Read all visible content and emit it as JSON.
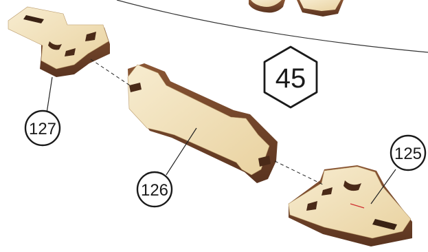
{
  "step_number": "45",
  "callouts": [
    {
      "id": "127",
      "label": "127"
    },
    {
      "id": "126",
      "label": "126"
    },
    {
      "id": "125",
      "label": "125"
    }
  ],
  "colors": {
    "wood_face": "#efdcb0",
    "wood_face_light": "#f6e9c8",
    "wood_edge": "#7a4a2c",
    "wood_edge_dark": "#5a3420",
    "line": "#1a1a1a"
  }
}
